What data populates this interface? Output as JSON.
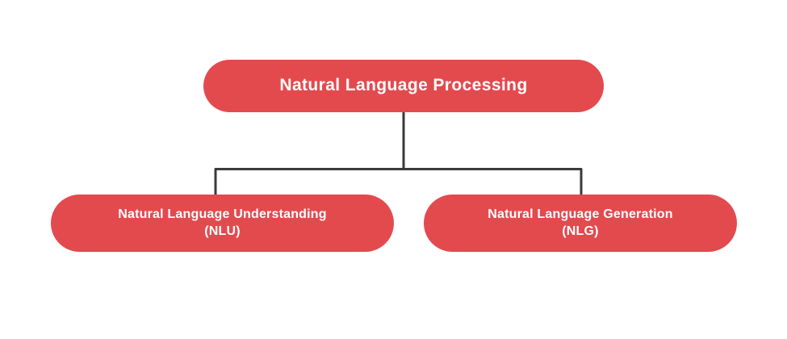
{
  "diagram": {
    "type": "tree",
    "background_color": "#ffffff",
    "node_color": "#e34a4e",
    "node_text_color": "#ffffff",
    "connector_color": "#3a3a3a",
    "root": {
      "id": "nlp",
      "label": "Natural Language Processing",
      "abbreviation": ""
    },
    "children": [
      {
        "id": "nlu",
        "label": "Natural Language Understanding",
        "abbreviation": "(NLU)"
      },
      {
        "id": "nlg",
        "label": "Natural Language Generation",
        "abbreviation": "(NLG)"
      }
    ]
  }
}
